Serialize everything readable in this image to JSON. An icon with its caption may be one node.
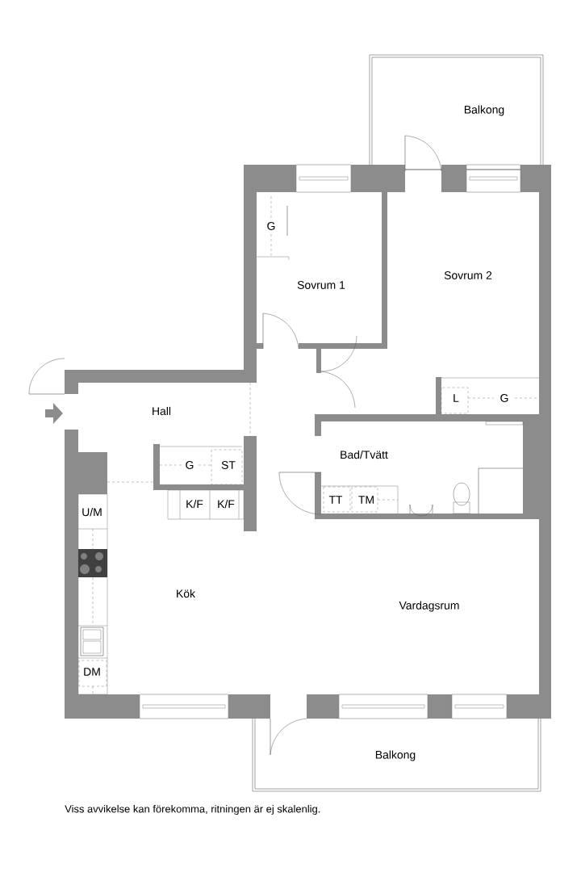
{
  "diagram": {
    "caption": "Viss avvikelse kan förekomma, ritningen är ej skalenlig.",
    "labels": [
      "Balkong",
      "G",
      "Sovrum 2",
      "Sovrum 1",
      "L",
      "G",
      "Hall",
      "Bad/Tvätt",
      "G",
      "ST",
      "TT",
      "TM",
      "U/M",
      "K/F",
      "K/F",
      "Kök",
      "Vardagsrum",
      "DM",
      "Balkong"
    ]
  }
}
